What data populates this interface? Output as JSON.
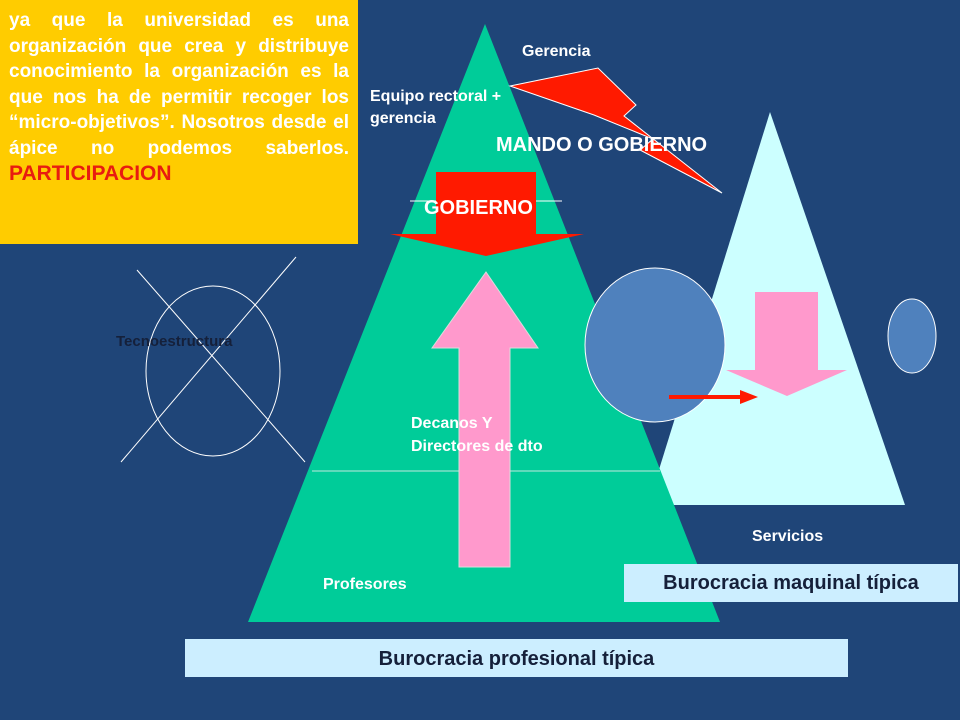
{
  "note": {
    "text": "ya que la universidad es una organización que crea y distribuye conocimiento la organización es la que nos ha de permitir recoger los “micro-objetivos”. Nosotros desde el ápice no podemos saberlos.",
    "highlight": "PARTICIPACION"
  },
  "labels": {
    "gerencia": "Gerencia",
    "equipo_line1": "Equipo rectoral +",
    "equipo_line2": "gerencia",
    "mando": "MANDO O GOBIERNO",
    "gobierno": "GOBIERNO",
    "tecnoestructura": "Tecnoestructura",
    "decanos_line1": "Decanos Y",
    "decanos_line2": "Directores de dto",
    "profesores": "Profesores",
    "servicios": "Servicios"
  },
  "boxes": {
    "maquinal": "Burocracia maquinal típica",
    "profesional": "Burocracia profesional típica"
  },
  "colors": {
    "background": "#1f4578",
    "pyramid_main": "#00cc99",
    "pyramid_services": "#ccffff",
    "note_bg": "#ffcc00",
    "arrow_red": "#ff1a00",
    "arrow_pink": "#ff99cc",
    "circle_blue": "#4f81bd",
    "box_bg": "#cceeff"
  }
}
